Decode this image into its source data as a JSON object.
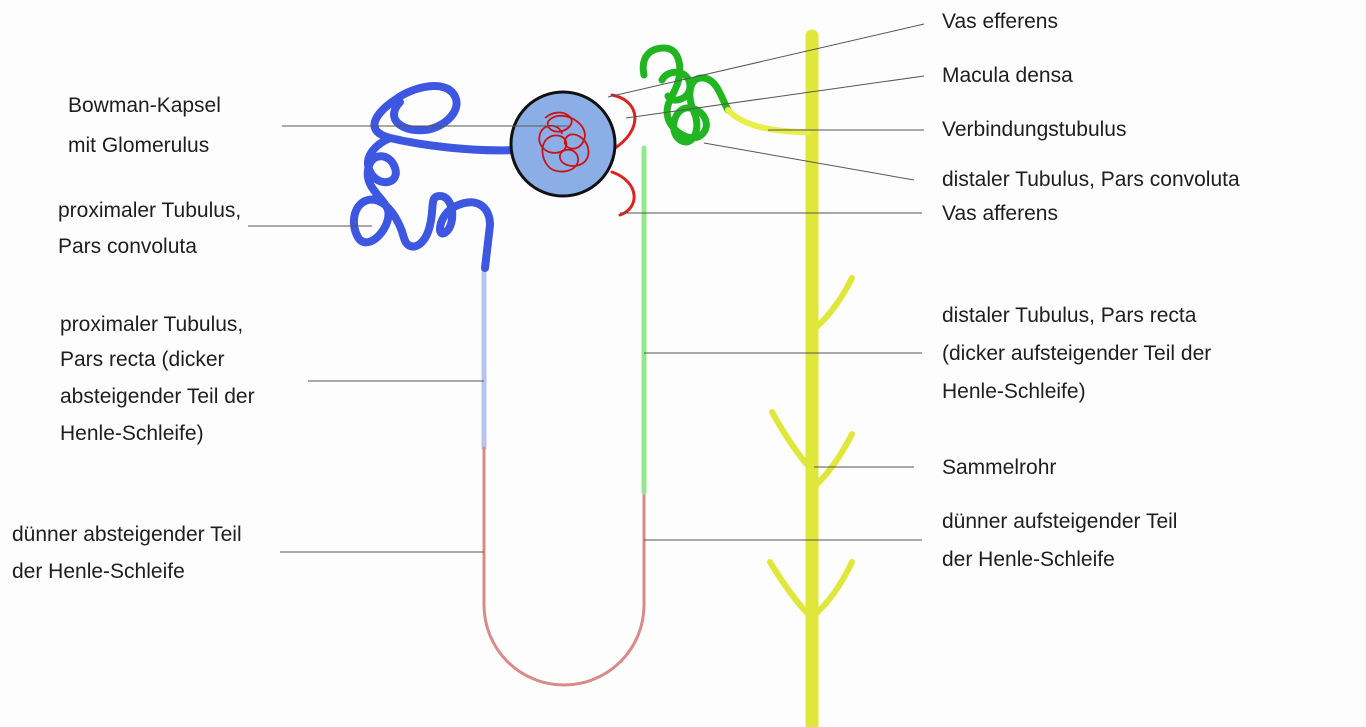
{
  "labels": {
    "bowman_1": "Bowman-Kapsel",
    "bowman_2": "mit Glomerulus",
    "prox_conv_1": "proximaler Tubulus,",
    "prox_conv_2": "Pars convoluta",
    "prox_recta_1": "proximaler Tubulus,",
    "prox_recta_2": "Pars recta (dicker",
    "prox_recta_3": "absteigender Teil der",
    "prox_recta_4": "Henle-Schleife)",
    "thin_desc_1": "dünner absteigender Teil",
    "thin_desc_2": "der Henle-Schleife",
    "vas_efferens": "Vas efferens",
    "macula_densa": "Macula densa",
    "verbindung": "Verbindungstubulus",
    "dist_conv": "distaler Tubulus, Pars convoluta",
    "vas_afferens": "Vas afferens",
    "dist_recta_1": "distaler Tubulus, Pars recta",
    "dist_recta_2": "(dicker aufsteigender Teil der",
    "dist_recta_3": "Henle-Schleife)",
    "sammelrohr": "Sammelrohr",
    "thin_asc_1": "dünner aufsteigender Teil",
    "thin_asc_2": "der Henle-Schleife"
  },
  "colors": {
    "proximal_convoluted": "#3d57e0",
    "proximal_straight": "#b8c4ee",
    "thin_limb": "#d98a8a",
    "distal_straight": "#93e88e",
    "distal_convoluted": "#22b522",
    "connecting_tubule": "#e8ef4a",
    "collecting_duct": "#dfe83a",
    "vessels": "#dd2222",
    "glomerulus_fill": "#8caee6",
    "leader_line": "#555555"
  }
}
